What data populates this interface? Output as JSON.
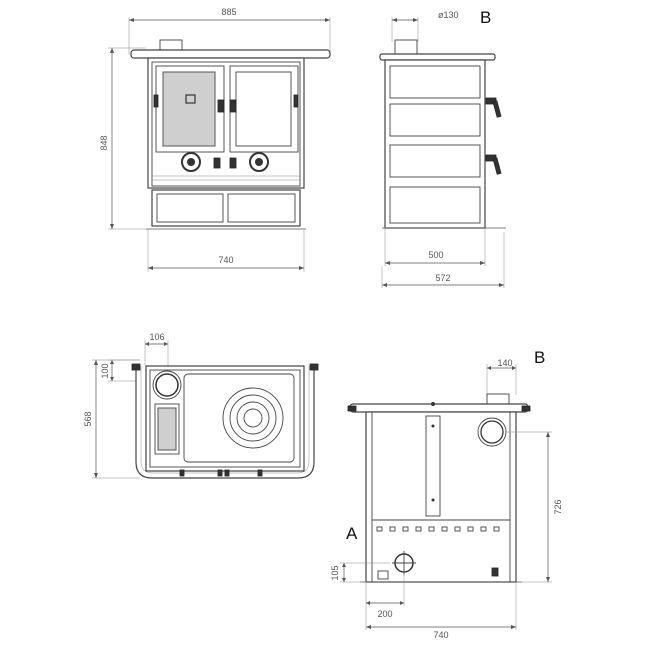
{
  "views": {
    "front": {
      "width_top": "885",
      "height": "848",
      "width_base": "740"
    },
    "side": {
      "label": "B",
      "flue_diameter": "ø130",
      "depth_body": "500",
      "depth_total": "572"
    },
    "top": {
      "flue_offset_x": "106",
      "flue_offset_y": "100",
      "depth": "568"
    },
    "rear": {
      "label_b": "B",
      "label_a": "A",
      "flue_offset": "140",
      "flue_height": "726",
      "inlet_height": "105",
      "inlet_offset": "200",
      "width": "740"
    }
  },
  "colors": {
    "line": "#555555",
    "glass": "#cfcfcf",
    "dark": "#333333"
  }
}
